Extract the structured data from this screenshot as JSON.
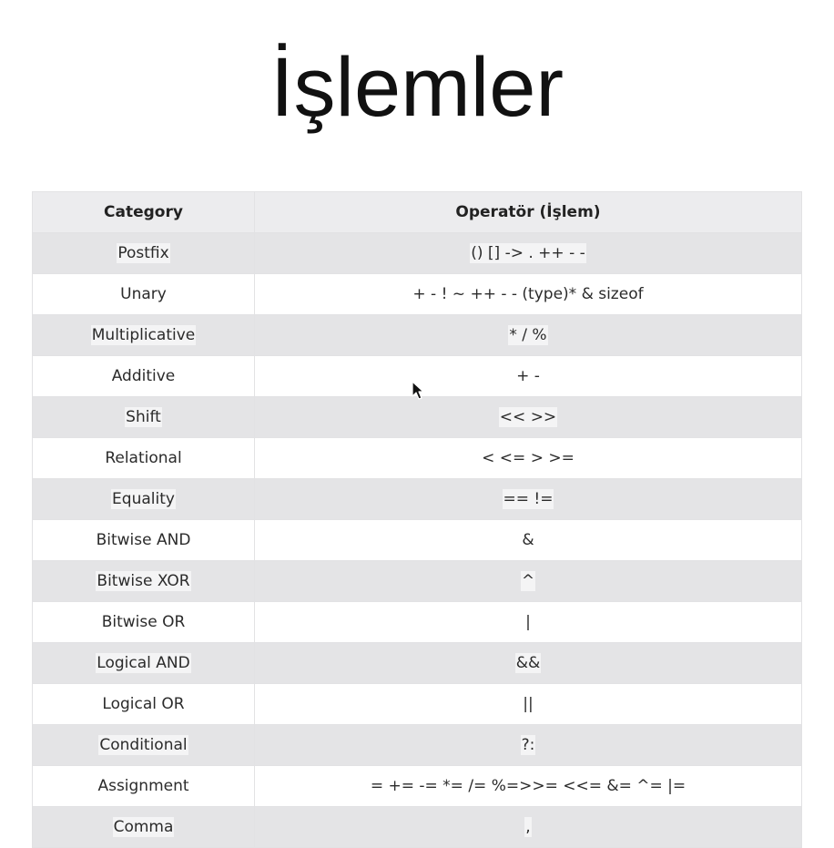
{
  "title": "İşlemler",
  "table": {
    "headers": [
      "Category",
      "Operatör (İşlem)"
    ],
    "rows": [
      {
        "category": "Postfix",
        "operators": "() [] -> . ++ - -"
      },
      {
        "category": "Unary",
        "operators": "+ - ! ~ ++ - - (type)* & sizeof"
      },
      {
        "category": "Multiplicative",
        "operators": "* / %"
      },
      {
        "category": "Additive",
        "operators": "+ -"
      },
      {
        "category": "Shift",
        "operators": "<< >>"
      },
      {
        "category": "Relational",
        "operators": "< <= > >="
      },
      {
        "category": "Equality",
        "operators": "== !="
      },
      {
        "category": "Bitwise AND",
        "operators": "&"
      },
      {
        "category": "Bitwise XOR",
        "operators": "^"
      },
      {
        "category": "Bitwise OR",
        "operators": "|"
      },
      {
        "category": "Logical AND",
        "operators": "&&"
      },
      {
        "category": "Logical OR",
        "operators": "||"
      },
      {
        "category": "Conditional",
        "operators": "?:"
      },
      {
        "category": "Assignment",
        "operators": "= += -= *= /= %=>>= <<= &= ^= |="
      },
      {
        "category": "Comma",
        "operators": ","
      }
    ]
  },
  "cursor": {
    "icon": "mouse-pointer-icon"
  }
}
